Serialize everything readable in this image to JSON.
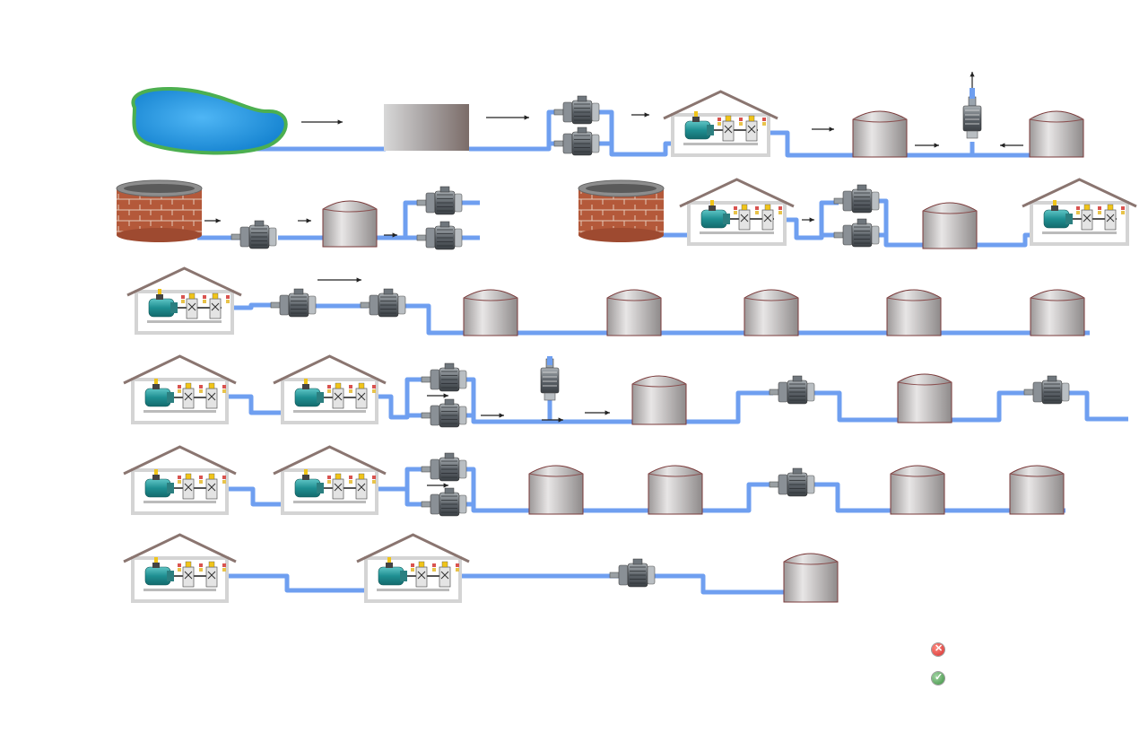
{
  "diagram": {
    "rows": [
      {
        "id": "row-1",
        "items": [
          "pond",
          "sand-filter",
          "pump-pair",
          "pump-station",
          "tank",
          "valve",
          "tank"
        ]
      },
      {
        "id": "row-2a",
        "items": [
          "well",
          "pump",
          "tank",
          "pump-pair"
        ]
      },
      {
        "id": "row-2b",
        "items": [
          "well",
          "pump-station",
          "pump-pair",
          "tank",
          "pump-station"
        ]
      },
      {
        "id": "row-3",
        "items": [
          "pump-station",
          "pump",
          "pump",
          "tank",
          "tank",
          "tank",
          "tank",
          "tank"
        ]
      },
      {
        "id": "row-4",
        "items": [
          "pump-station",
          "pump-station",
          "pump-pair",
          "valve",
          "tank",
          "pump",
          "tank",
          "pump"
        ]
      },
      {
        "id": "row-5",
        "items": [
          "pump-station",
          "pump-station",
          "pump-pair",
          "tank",
          "tank",
          "pump",
          "tank",
          "tank"
        ]
      },
      {
        "id": "row-6",
        "items": [
          "pump-station",
          "pump-station",
          "pump",
          "tank"
        ]
      }
    ],
    "colors": {
      "pipe": "#6f9ff0",
      "tank": "#c9c5c5",
      "roof": "#8a7570",
      "motor": "#2a9a9a",
      "pond": "#2a9be6",
      "brick": "#b45a3c",
      "alarm": "#e53935",
      "ok": "#43a047"
    }
  },
  "legend": {
    "items": [
      {
        "icon": "alarm-status-icon",
        "label": ""
      },
      {
        "icon": "ok-status-icon",
        "label": ""
      }
    ]
  }
}
